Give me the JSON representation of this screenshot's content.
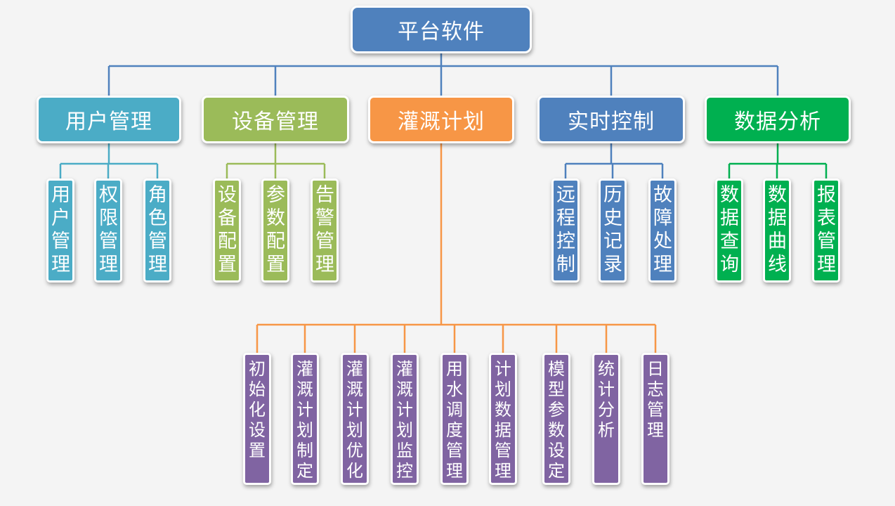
{
  "colors": {
    "root": "#4f81bd",
    "user": "#4bacc6",
    "device": "#9bbb59",
    "irrigation": "#f79646",
    "control": "#4f81bd",
    "data": "#00b050",
    "irrigation_sub": "#8064a2"
  },
  "root": {
    "label": "平台软件"
  },
  "categories": [
    {
      "key": "user",
      "label": "用户管理",
      "children": [
        "用户管理",
        "权限管理",
        "角色管理"
      ]
    },
    {
      "key": "device",
      "label": "设备管理",
      "children": [
        "设备配置",
        "参数配置",
        "告警管理"
      ]
    },
    {
      "key": "irrigation",
      "label": "灌溉计划",
      "children": [
        "初始化设置",
        "灌溉计划制定",
        "灌溉计划优化",
        "灌溉计划监控",
        "用水调度管理",
        "计划数据管理",
        "模型参数设定",
        "统计分析",
        "日志管理"
      ]
    },
    {
      "key": "control",
      "label": "实时控制",
      "children": [
        "远程控制",
        "历史记录",
        "故障处理"
      ]
    },
    {
      "key": "data",
      "label": "数据分析",
      "children": [
        "数据查询",
        "数据曲线",
        "报表管理"
      ]
    }
  ]
}
